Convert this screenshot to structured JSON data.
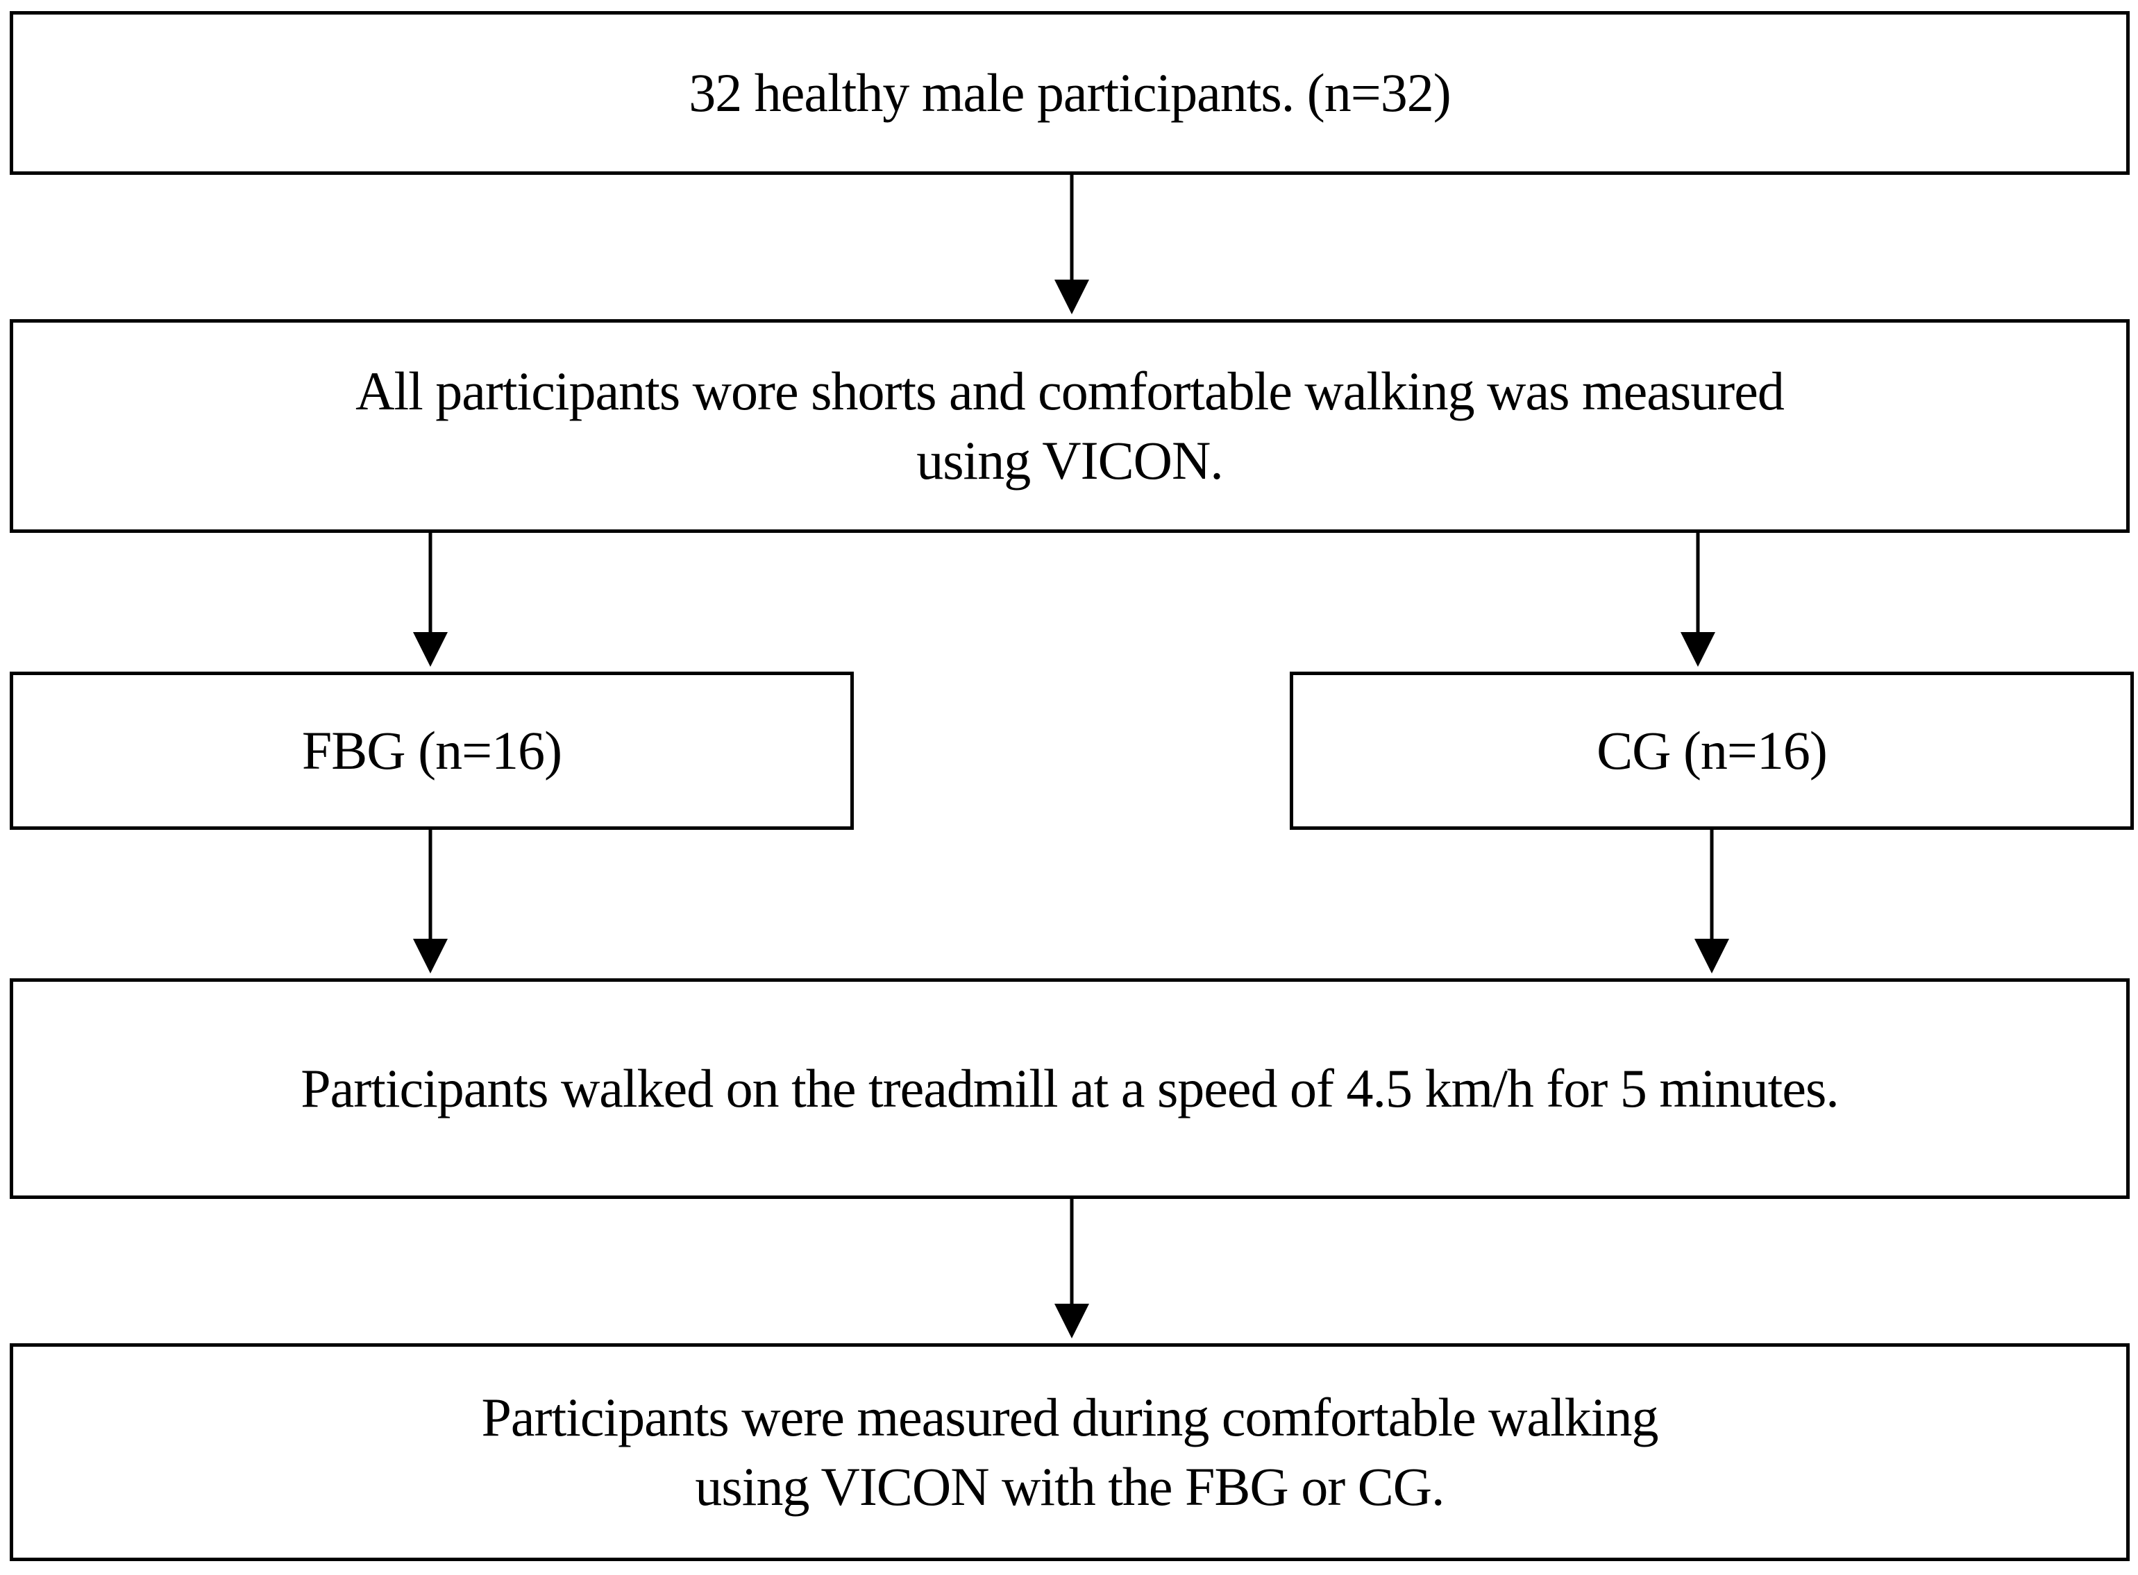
{
  "flowchart": {
    "boxes": [
      {
        "id": "participants",
        "text": "32 healthy male participants. (n=32)"
      },
      {
        "id": "baseline",
        "text": "All participants wore shorts and comfortable walking was measured\nusing VICON."
      },
      {
        "id": "fbg",
        "text": "FBG (n=16)"
      },
      {
        "id": "cg",
        "text": "CG (n=16)"
      },
      {
        "id": "treadmill",
        "text": "Participants walked on the treadmill at a speed of 4.5 km/h for 5 minutes."
      },
      {
        "id": "final",
        "text": "Participants were measured during comfortable walking\nusing VICON with the FBG or CG."
      }
    ],
    "edges": [
      {
        "from": "participants",
        "to": "baseline"
      },
      {
        "from": "baseline",
        "to": "fbg"
      },
      {
        "from": "baseline",
        "to": "cg"
      },
      {
        "from": "fbg",
        "to": "treadmill"
      },
      {
        "from": "cg",
        "to": "treadmill"
      },
      {
        "from": "treadmill",
        "to": "final"
      }
    ],
    "colors": {
      "stroke": "#000000",
      "fill": "#ffffff",
      "text": "#000000"
    }
  }
}
